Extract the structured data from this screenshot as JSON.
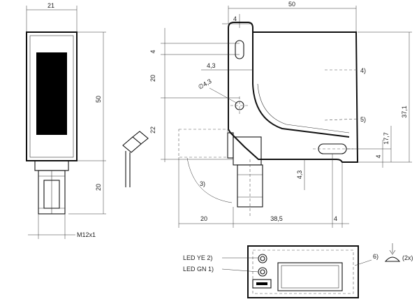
{
  "front_view": {
    "dim_width": "21",
    "dim_height_body": "50",
    "dim_height_connector": "20",
    "thread_label": "M12x1"
  },
  "side_view": {
    "dim_total_width": "50",
    "dim_slot_offset": "4",
    "dim_top_hole": "4",
    "dim_hole_spacing": "4,3",
    "dim_hole_diameter": "∅4,3",
    "dim_vertical_20": "20",
    "dim_vertical_22": "22",
    "dim_vertical_4_3": "4,3",
    "dim_bottom_20": "20",
    "dim_bottom_38_5": "38,5",
    "dim_bottom_4": "4",
    "dim_right_37_1": "37,1",
    "dim_right_17_7": "17,7",
    "dim_right_4": "4",
    "callout_4": "4)",
    "callout_5": "5)",
    "callout_3": "3)"
  },
  "top_view": {
    "led_ye_label": "LED YE 2)",
    "led_gn_label": "LED GN 1)",
    "callout_6": "6)",
    "callout_2x": "(2x)"
  }
}
